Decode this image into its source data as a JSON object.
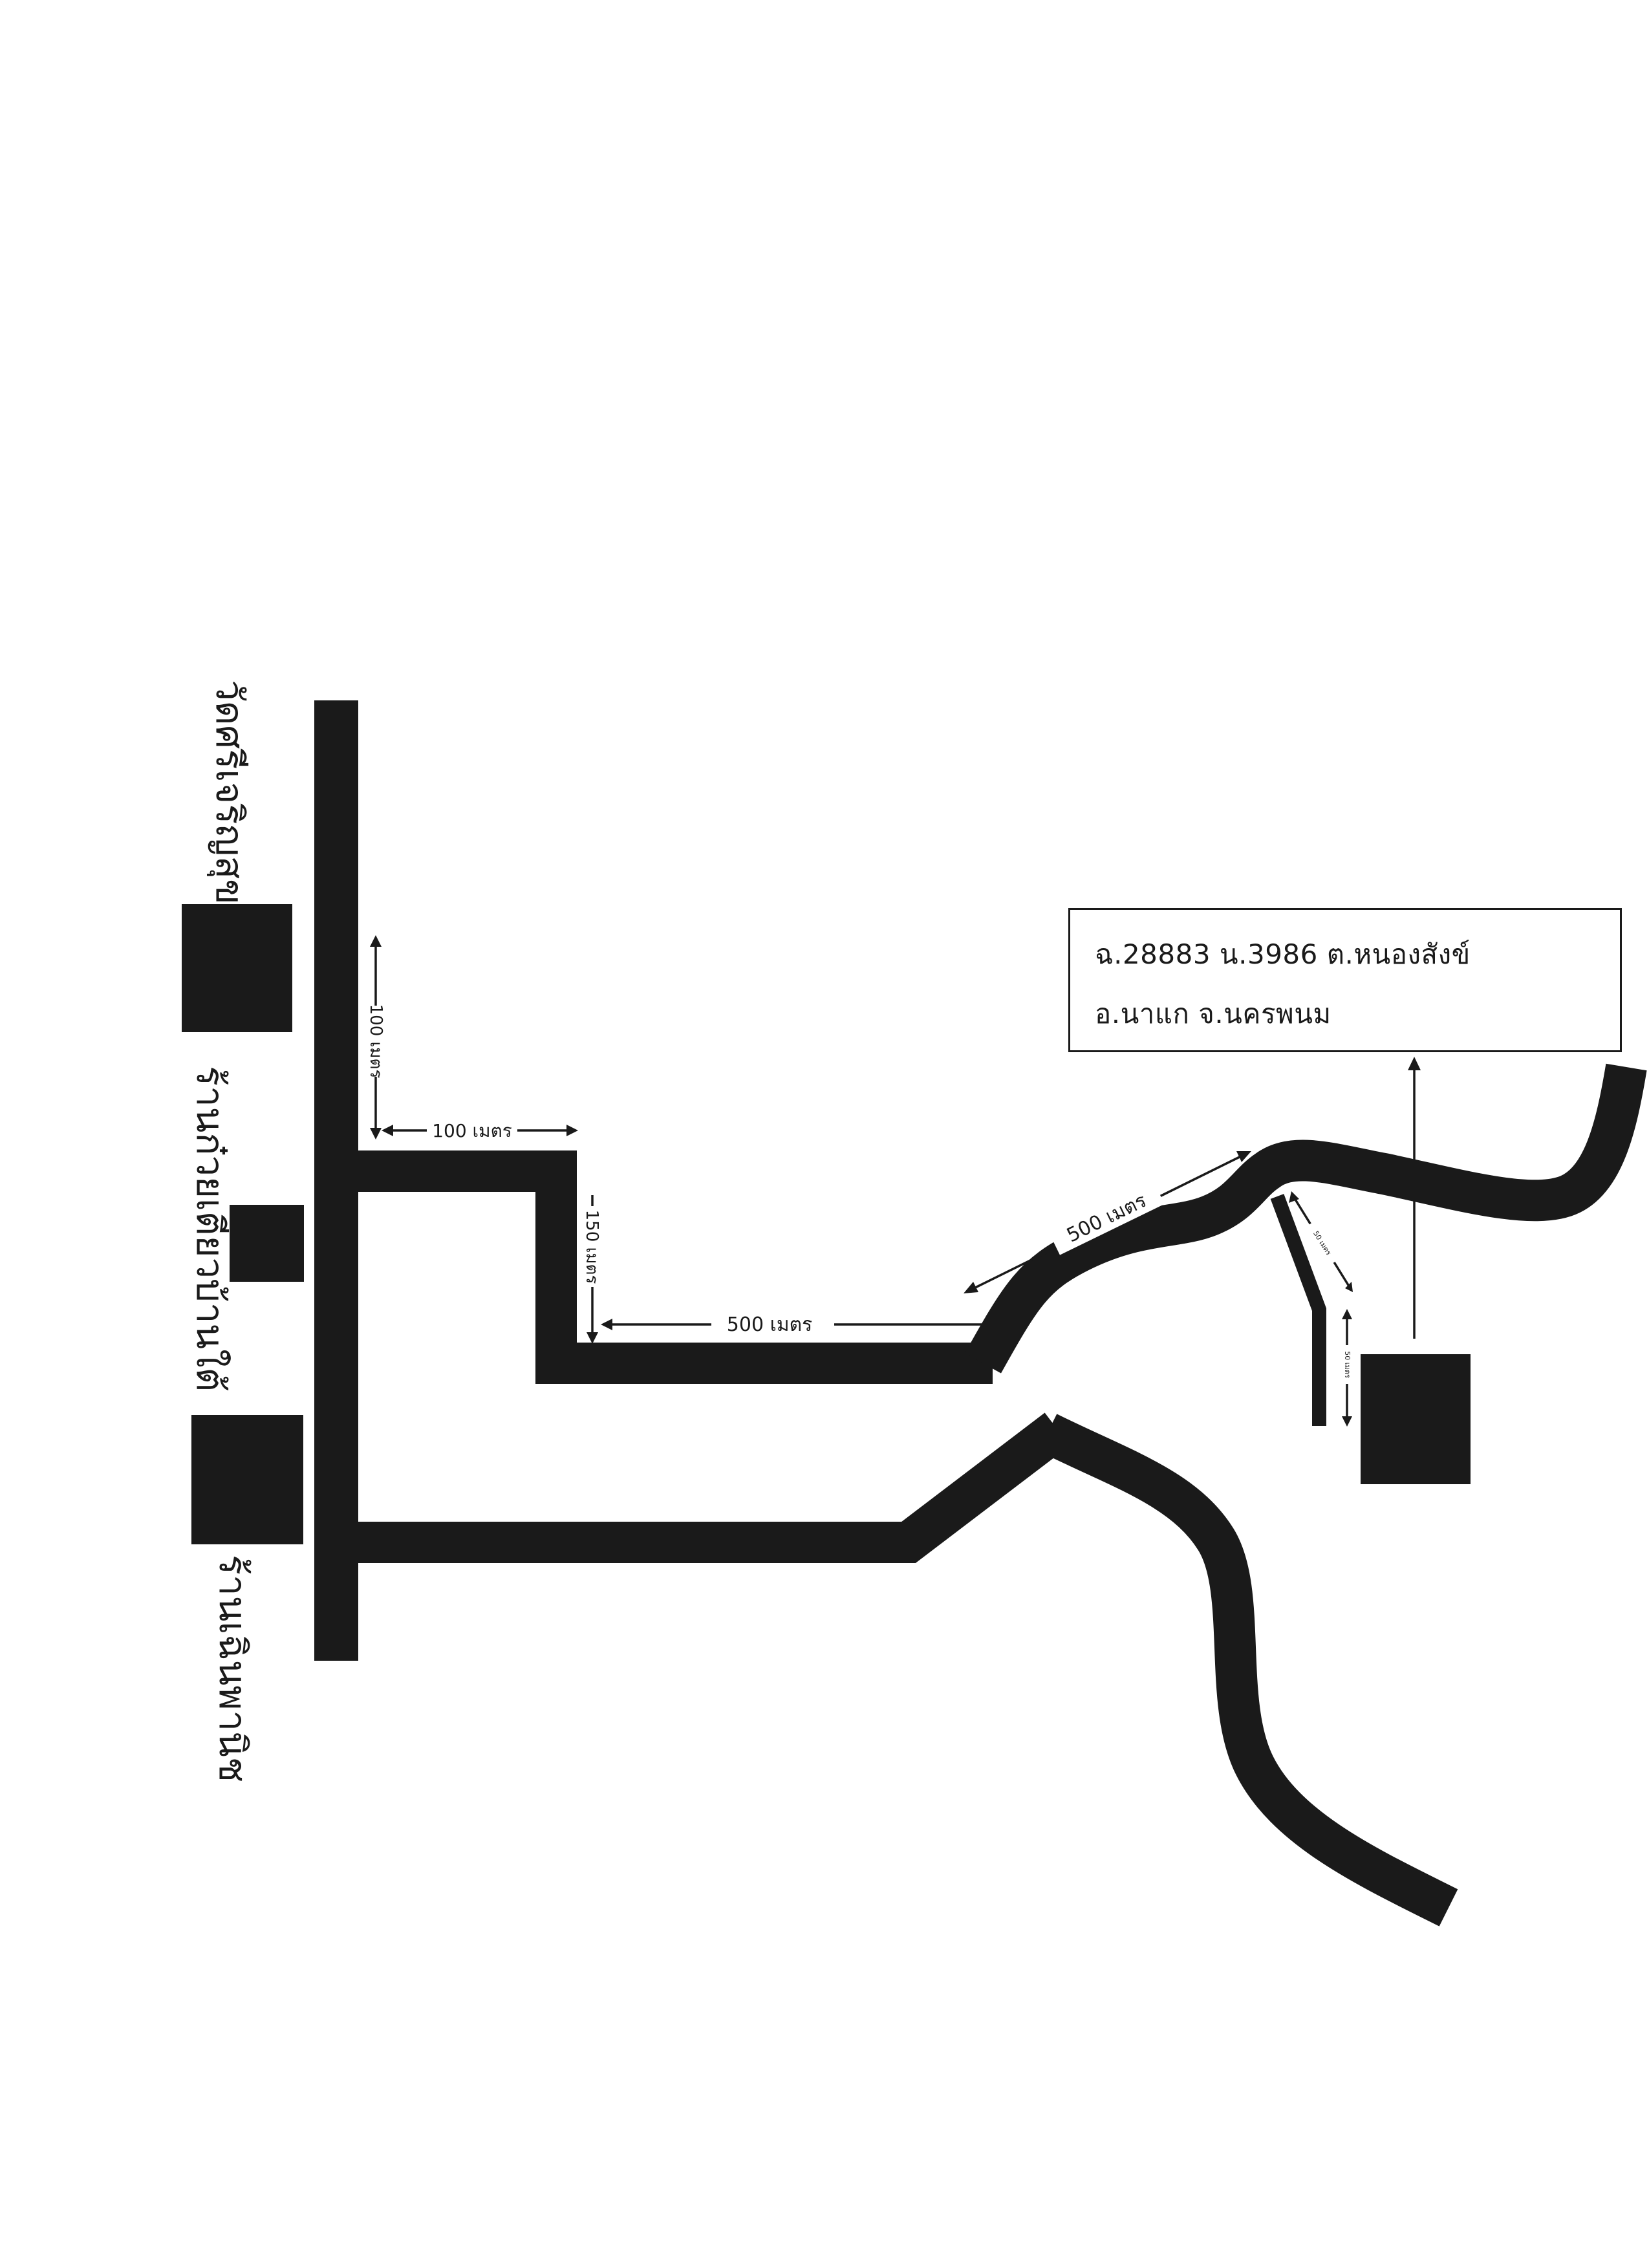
{
  "map": {
    "destination": {
      "address_line1": "ฉ.28883 น.3986 ต.หนองสังข์",
      "address_line2": "อ.นาแก จ.นครพนม"
    },
    "landmarks": [
      {
        "name": "วัดศรีเจริญสุข"
      },
      {
        "name": "ร้านก๋วยเตี๋ยวบ้านใต้"
      },
      {
        "name": "ร้านเฉินพานิช"
      }
    ],
    "distances": [
      {
        "label": "100 เมตร"
      },
      {
        "label": "100 เมตร"
      },
      {
        "label": "150 เมตร"
      },
      {
        "label": "500 เมตร"
      },
      {
        "label": "500 เมตร"
      },
      {
        "label": "50 เมตร"
      },
      {
        "label": "50 เมตร"
      }
    ],
    "colors": {
      "ink": "#1a1a1a",
      "paper": "#ffffff"
    }
  }
}
